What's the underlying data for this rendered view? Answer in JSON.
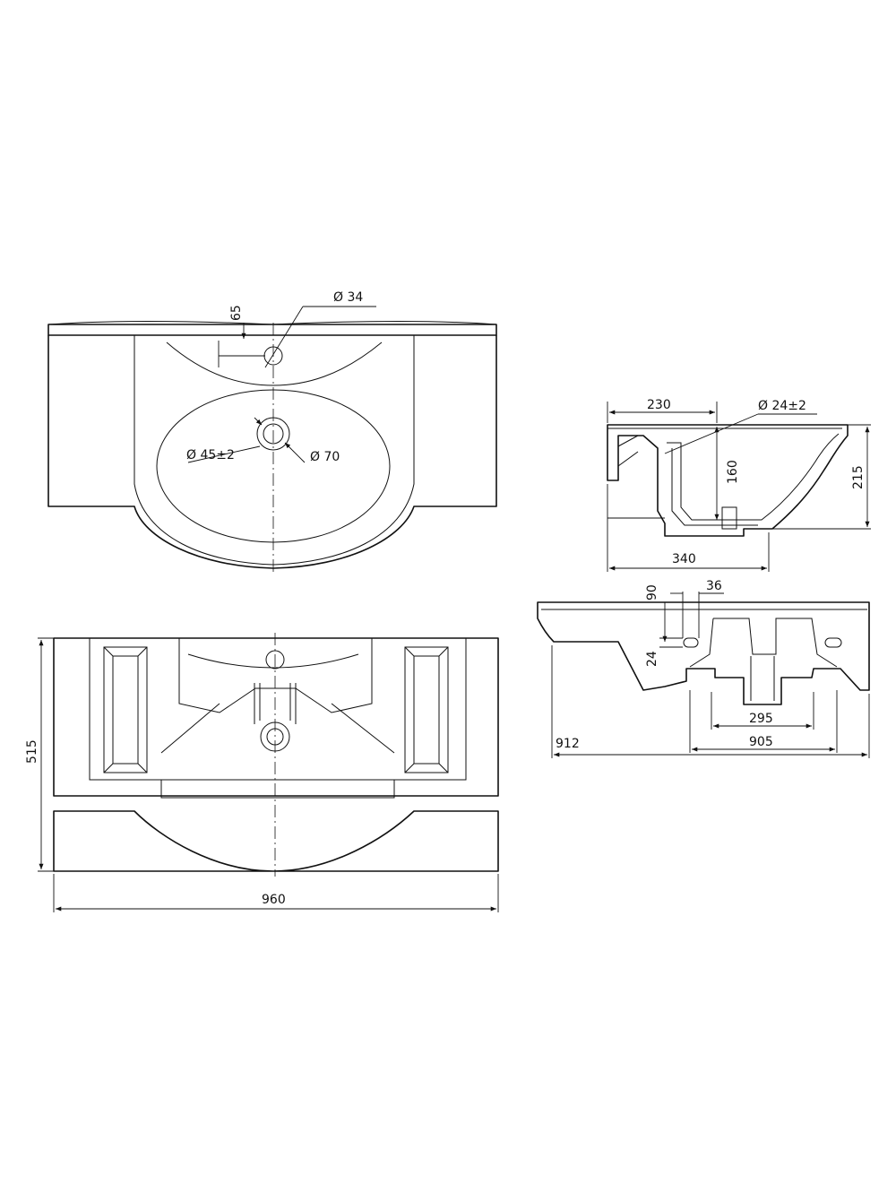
{
  "top_view": {
    "tap_hole_dia": "Ø 34",
    "tap_offset": "65",
    "drain_dia": "Ø 45±2",
    "drain_outer": "Ø 70"
  },
  "side_section": {
    "depth_top": "230",
    "overflow_dia": "Ø 24±2",
    "bowl_depth": "160",
    "height": "215",
    "overall_depth": "340"
  },
  "front_section": {
    "overflow_height": "90",
    "overflow_width": "36",
    "overflow_slot": "24",
    "drain_spacing": "295",
    "width_inner": "905",
    "width_total": "912"
  },
  "bottom_view": {
    "depth": "515",
    "width": "960"
  }
}
